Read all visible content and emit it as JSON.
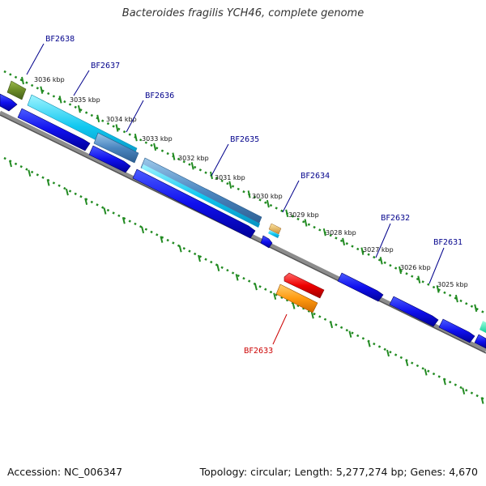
{
  "title": "Bacteroides fragilis YCH46, complete genome",
  "footer": {
    "accession": "Accession: NC_006347",
    "topology": "Topology: circular; Length: 5,277,274 bp; Genes: 4,670"
  },
  "ticks": [
    "3036 kbp",
    "3035 kbp",
    "3034 kbp",
    "3033 kbp",
    "3032 kbp",
    "3031 kbp",
    "3030 kbp",
    "3029 kbp",
    "3028 kbp",
    "3027 kbp",
    "3026 kbp",
    "3025 kbp"
  ],
  "genes": [
    {
      "name": "BF2638",
      "color": "#00008b"
    },
    {
      "name": "BF2637",
      "color": "#00008b"
    },
    {
      "name": "BF2636",
      "color": "#00008b"
    },
    {
      "name": "BF2635",
      "color": "#00008b"
    },
    {
      "name": "BF2634",
      "color": "#00008b"
    },
    {
      "name": "BF2633",
      "color": "#cc0000"
    },
    {
      "name": "BF2632",
      "color": "#00008b"
    },
    {
      "name": "BF2631",
      "color": "#00008b"
    }
  ]
}
